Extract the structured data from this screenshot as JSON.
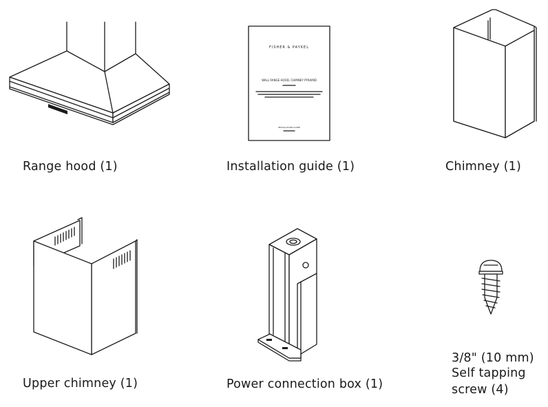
{
  "items": [
    {
      "label": "Range hood (1)"
    },
    {
      "label": "Installation guide (1)"
    },
    {
      "label": "Chimney (1)"
    },
    {
      "label": "Upper chimney (1)"
    },
    {
      "label": "Power connection box (1)"
    },
    {
      "label_lines": [
        "3/8\" (10 mm)",
        "Self tapping",
        "screw (4)"
      ]
    }
  ],
  "guide_cover": {
    "brand": "FISHER & PAYKEL",
    "title": "WALL RANGE HOOD, CHIMNEY PYRAMID",
    "footer": "INSTALLATION GUIDE"
  }
}
